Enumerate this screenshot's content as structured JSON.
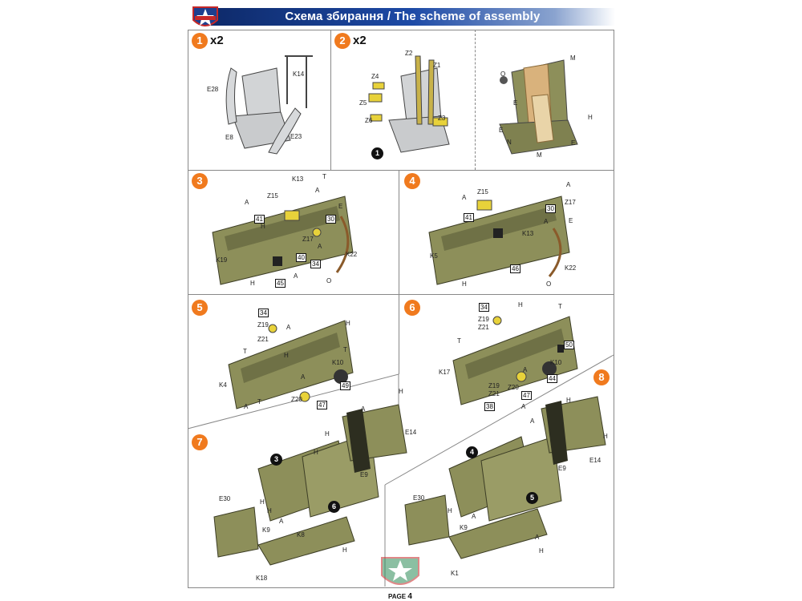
{
  "header": {
    "title": "Схема збирання / The scheme of assembly"
  },
  "colors": {
    "step_orange": "#f07a1e",
    "part_green": "#8d8f5a",
    "header_blue": "#1d4aa6",
    "harness_tan": "#d9b27c",
    "yellow": "#e8d23a"
  },
  "steps": [
    {
      "num": "1",
      "mult": "x2",
      "labels": [
        "K14",
        "E28",
        "E8",
        "E23"
      ]
    },
    {
      "num": "2",
      "mult": "x2",
      "labels": [
        "Z2",
        "Z1",
        "Z4",
        "Z5",
        "Z6",
        "Z3"
      ],
      "refs": [
        "1"
      ]
    },
    {
      "labels": [
        "M",
        "O",
        "E",
        "E",
        "N",
        "E",
        "H",
        "M"
      ]
    },
    {
      "num": "3",
      "labels": [
        "K13",
        "T",
        "Z15",
        "A",
        "A",
        "41",
        "30",
        "E",
        "H",
        "Z17",
        "A",
        "K19",
        "40",
        "34",
        "K22",
        "A",
        "45",
        "H",
        "O"
      ]
    },
    {
      "num": "4",
      "labels": [
        "A",
        "Z15",
        "A",
        "Z17",
        "41",
        "30",
        "A",
        "E",
        "K13",
        "K5",
        "46",
        "K22",
        "H",
        "O"
      ]
    },
    {
      "num": "5",
      "labels": [
        "34",
        "Z19",
        "A",
        "H",
        "Z21",
        "T",
        "T",
        "H",
        "K10",
        "A",
        "K4",
        "Z20",
        "49",
        "T",
        "47",
        "A"
      ]
    },
    {
      "num": "6",
      "labels": [
        "34",
        "H",
        "T",
        "Z19",
        "Z21",
        "T",
        "50",
        "K10",
        "K17",
        "A",
        "44",
        "Z20",
        "Z19",
        "Z21",
        "47",
        "38",
        "A"
      ]
    },
    {
      "num": "7",
      "labels": [
        "H",
        "A",
        "H",
        "E14",
        "H",
        "E9",
        "E30",
        "H",
        "H",
        "A",
        "K9",
        "K8",
        "H",
        "K18"
      ],
      "refs": [
        "3",
        "6"
      ]
    },
    {
      "num": "8",
      "labels": [
        "H",
        "A",
        "H",
        "E14",
        "E9",
        "E30",
        "H",
        "A",
        "K9",
        "K1",
        "H",
        "A"
      ],
      "refs": [
        "4",
        "5"
      ]
    }
  ],
  "footer": {
    "page_label": "PAGE",
    "page_number": "4"
  }
}
